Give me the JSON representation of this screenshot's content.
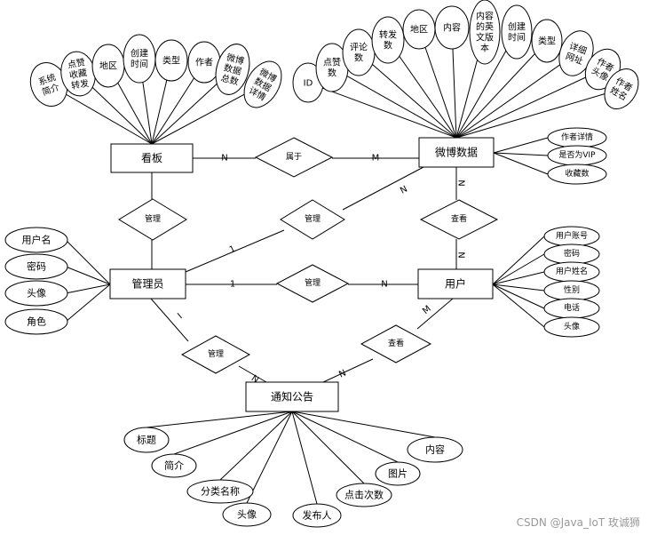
{
  "entities": {
    "kanban": "看板",
    "weibo": "微博数据",
    "admin": "管理员",
    "user": "用户",
    "notice": "通知公告"
  },
  "relations": {
    "belongs": "属于",
    "kanban_manage": "管理",
    "admin_weibo_manage": "管理",
    "user_view_weibo": "查看",
    "admin_user_manage": "管理",
    "admin_notice_manage": "管理",
    "user_view_notice": "查看"
  },
  "cardinality": {
    "kanban_n": "N",
    "weibo_m": "M",
    "manage_n": "N",
    "admin_one_a": "1",
    "weibo_n": "N",
    "user_n": "N",
    "admin_one_b": "1",
    "user_n_b": "N",
    "admin_i": "I",
    "notice_n_a": "N",
    "user_m": "M",
    "notice_n_b": "N"
  },
  "attributes": {
    "kanban": [
      [
        "系统",
        "简介"
      ],
      [
        "点赞",
        "收藏",
        "转发"
      ],
      [
        "地区"
      ],
      [
        "创建",
        "时间"
      ],
      [
        "类型"
      ],
      [
        "作者"
      ],
      [
        "微博",
        "数据",
        "总数"
      ],
      [
        "微博",
        "数据",
        "详情"
      ]
    ],
    "weibo_top": [
      [
        "ID"
      ],
      [
        "点赞",
        "数"
      ],
      [
        "评论",
        "数"
      ],
      [
        "转发",
        "数"
      ],
      [
        "地区"
      ],
      [
        "内容"
      ],
      [
        "内容",
        "的英",
        "文版",
        "本"
      ],
      [
        "创建",
        "时间"
      ],
      [
        "类型"
      ],
      [
        "详细",
        "网址"
      ],
      [
        "作者",
        "头像"
      ],
      [
        "作者",
        "姓名"
      ]
    ],
    "weibo_right": [
      "作者详情",
      "是否为VIP",
      "收藏数"
    ],
    "admin": [
      "用户名",
      "密码",
      "头像",
      "角色"
    ],
    "user": [
      "用户账号",
      "密码",
      "用户姓名",
      "性别",
      "电话",
      "头像"
    ],
    "notice": [
      "标题",
      "简介",
      "分类名称",
      "头像",
      "发布人",
      "点击次数",
      "图片",
      "内容"
    ]
  },
  "watermark": "CSDN @Java_IoT 玫诚狮"
}
